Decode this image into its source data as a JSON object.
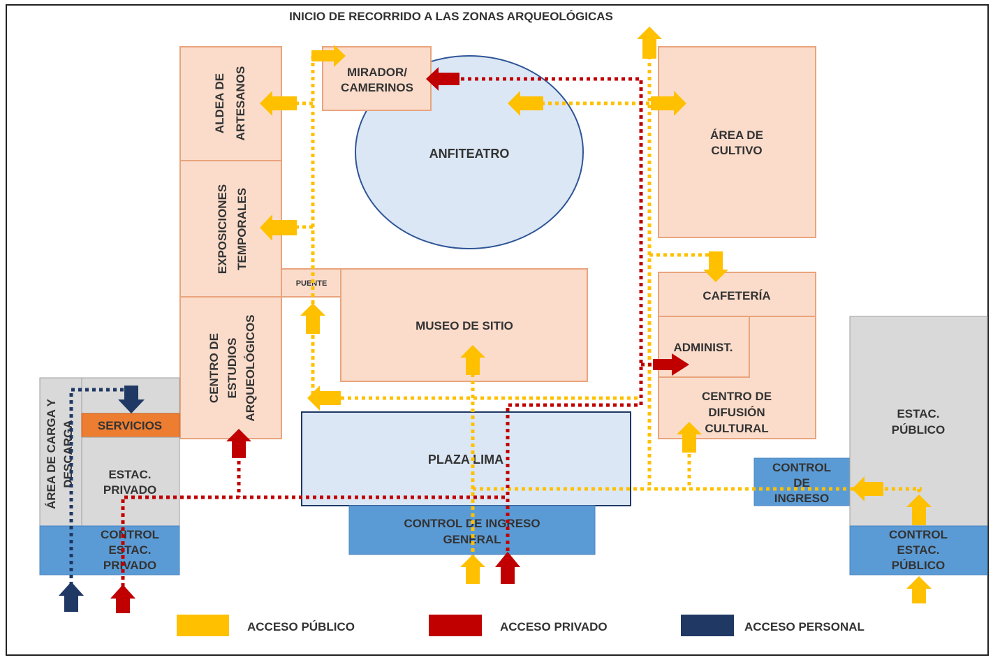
{
  "title": "INICIO DE RECORRIDO A LAS ZONAS ARQUEOLÓGICAS",
  "zones": {
    "aldea": [
      "ALDEA DE",
      "ARTESANOS"
    ],
    "exposiciones": [
      "EXPOSICIONES",
      "TEMPORALES"
    ],
    "centro_estudios": [
      "CENTRO DE",
      "ESTUDIOS",
      "ARQUEOLÓGICOS"
    ],
    "puente": "PUENTE",
    "mirador": [
      "MIRADOR/",
      "CAMERINOS"
    ],
    "anfiteatro": "ANFITEATRO",
    "museo": "MUSEO DE SITIO",
    "area_cultivo": [
      "ÁREA DE",
      "CULTIVO"
    ],
    "cafeteria": "CAFETERÍA",
    "administ": "ADMINIST.",
    "centro_difusion": [
      "CENTRO DE",
      "DIFUSIÓN",
      "CULTURAL"
    ],
    "area_carga": [
      "ÁREA DE CARGA Y",
      "DESCARGA"
    ],
    "servicios": "SERVICIOS",
    "estac_privado": [
      "ESTAC.",
      "PRIVADO"
    ],
    "control_estac_privado": [
      "CONTROL",
      "ESTAC.",
      "PRIVADO"
    ],
    "plaza_lima": "PLAZA LIMA",
    "control_ingreso_general": [
      "CONTROL DE INGRESO",
      "GENERAL"
    ],
    "estac_publico": [
      "ESTAC.",
      "PÚBLICO"
    ],
    "control_estac_publico": [
      "CONTROL",
      "ESTAC.",
      "PÚBLICO"
    ],
    "control_ingreso": [
      "CONTROL",
      "DE",
      "INGRESO"
    ]
  },
  "legend": {
    "publico": "ACCESO PÚBLICO",
    "privado": "ACCESO PRIVADO",
    "personal": "ACCESO PERSONAL"
  },
  "colors": {
    "zone_fill": "#fbdccb",
    "zone_stroke": "#e9a47d",
    "blue_box": "#5b9bd5",
    "light_blue": "#dbe7f5",
    "grey": "#d9d9d9",
    "orange": "#ed7d31",
    "public": "#ffc000",
    "private": "#c00000",
    "personal": "#1f3864"
  }
}
